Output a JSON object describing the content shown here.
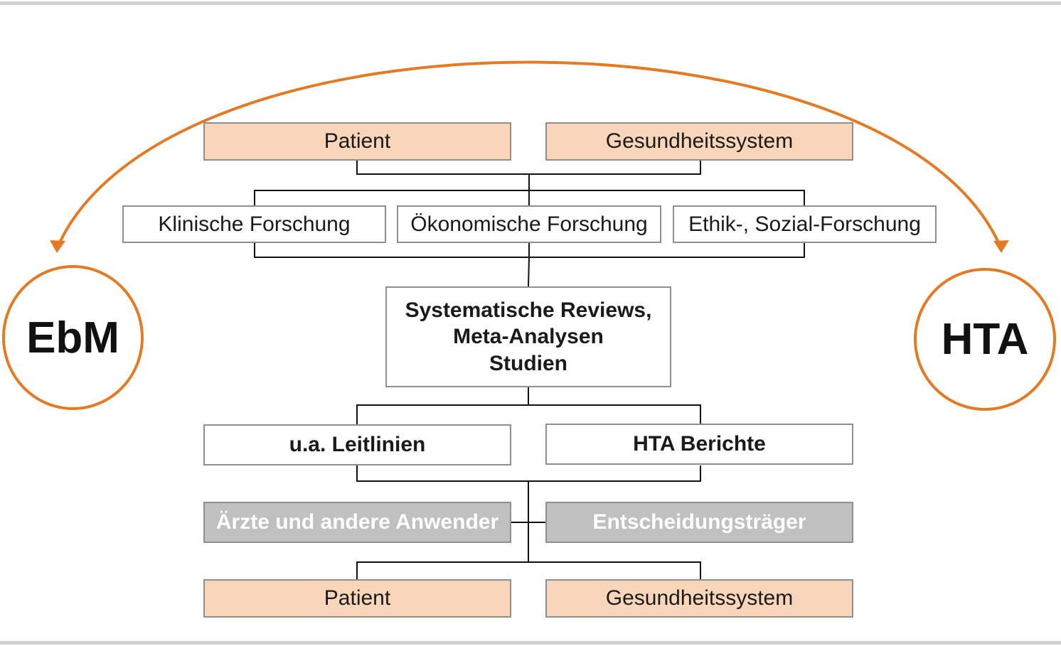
{
  "top": {
    "patient": "Patient",
    "system": "Gesundheitssystem"
  },
  "research": {
    "clinical": "Klinische Forschung",
    "economic": "Ökonomische Forschung",
    "ethics": "Ethik-, Sozial-Forschung"
  },
  "reviews": {
    "line1": "Systematische Reviews,",
    "line2": "Meta-Analysen",
    "line3": "Studien"
  },
  "outputs": {
    "guidelines": "u.a. Leitlinien",
    "hta_reports": "HTA Berichte"
  },
  "users": {
    "doctors": "Ärzte und andere Anwender",
    "deciders": "Entscheidungsträger"
  },
  "bottom": {
    "patient": "Patient",
    "system": "Gesundheitssystem"
  },
  "left_circle": "EbM",
  "right_circle": "HTA",
  "colors": {
    "accent": "#e37a24",
    "peach": "#f9d6b9",
    "grey_box": "#c0c0c0",
    "border": "#8f8f8f"
  }
}
